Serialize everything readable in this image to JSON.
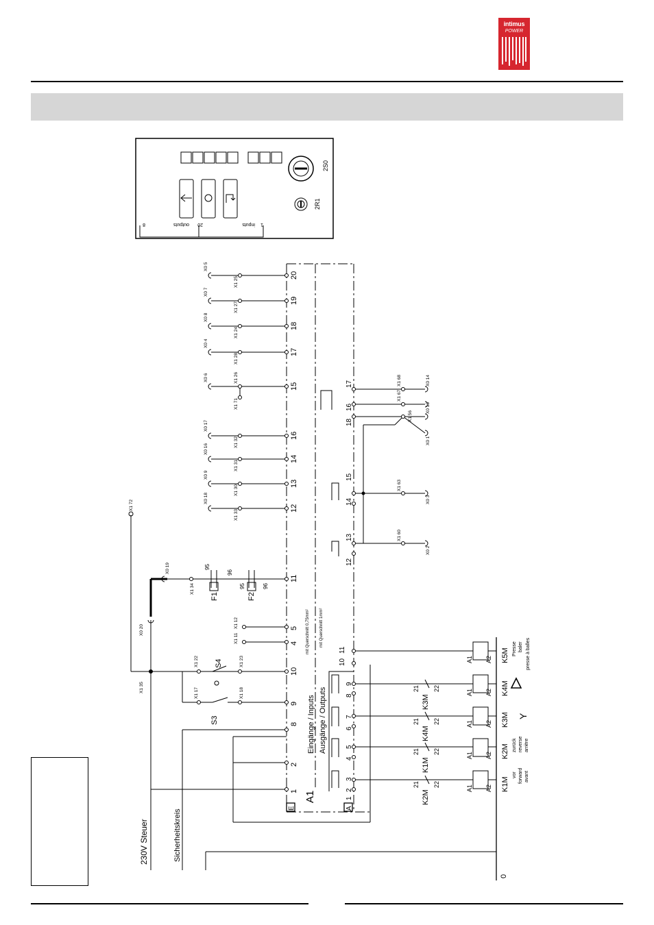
{
  "brand": {
    "name": "intimus",
    "sub": "POWER",
    "color": "#d6262f"
  },
  "panel": {
    "switch_label": "2S0",
    "key_label": "2R1",
    "strip_left": "outputs",
    "strip_right": "inputs",
    "strip_num_left": "8",
    "strip_num_mid": "20",
    "strip_num_right": "1"
  },
  "labels": {
    "supply": "230V Steuer",
    "safety": "Sicherheitskreis",
    "zero": "0",
    "module": "A1",
    "inputs": "Eingänge / Inputs",
    "outputs": "Ausgänge / Outputs",
    "cross_075": "mit Querschnitt 0,75mm²",
    "cross_1": "mit Querschnitt 1mm²",
    "E": "E",
    "A": "A",
    "S3": "S3",
    "S4": "S4",
    "F1": "F1",
    "F2": "F2",
    "n95": "95",
    "n96": "96"
  },
  "contactors": [
    {
      "id": "K1M",
      "sub": [
        "vor",
        "forward",
        "avant"
      ],
      "nc_tag": "K2M"
    },
    {
      "id": "K2M",
      "sub": [
        "zurück",
        "reverse",
        "arrière"
      ],
      "nc_tag": "K1M"
    },
    {
      "id": "K3M",
      "sub": [
        "Y"
      ],
      "nc_tag": "K4M"
    },
    {
      "id": "K4M",
      "sub": [
        "Δ"
      ],
      "nc_tag": "K3M"
    },
    {
      "id": "K5M",
      "sub": [
        "Presse",
        "baler",
        "presse à balles"
      ],
      "nc_tag": ""
    }
  ],
  "coil": {
    "a1": "A1",
    "a2": "A2",
    "c21": "21",
    "c22": "22"
  },
  "inputs": [
    "1",
    "2",
    "8",
    "9",
    "10",
    "4",
    "5",
    "11",
    "12",
    "13",
    "14",
    "16",
    "15",
    "17",
    "18",
    "19",
    "20"
  ],
  "terminals": {
    "x1_72": "X1 72",
    "x1_35": "X1 35",
    "x0_20": "X0 20",
    "x0_19": "X0 19",
    "x1_34": "X1 34",
    "x1_17": "X1 17",
    "x1_18": "X1 18",
    "x1_22": "X1 22",
    "x1_23": "X1 23",
    "x1_11": "X1 11",
    "x1_12": "X1 12",
    "x1_33": "X1 33",
    "x1_30": "X1 30",
    "x1_31": "X1 31",
    "x1_32": "X1 32",
    "x1_71": "X1 71",
    "x1_26": "X1 26",
    "x1_28": "X1 28",
    "x1_24": "X1 24",
    "x1_27": "X1 27",
    "x1_25": "X1 25",
    "x0_18": "X0 18",
    "x0_9": "X0 9",
    "x0_16": "X0 16",
    "x0_17": "X0 17",
    "x0_6": "X0 6",
    "x0_4": "X0 4",
    "x0_8": "X0 8",
    "x0_7": "X0 7",
    "x0_5": "X0 5",
    "x1_60": "X1 60",
    "x1_63": "X1 63",
    "x1_56": "X1 56",
    "x1_67": "X1 67",
    "x1_68": "X1 68",
    "x0_2": "X0 2",
    "x0_3": "X0 3",
    "x0_1": "X0 1",
    "x0_13": "X0 13",
    "x0_14": "X0 14"
  },
  "outputs": [
    "1",
    "2",
    "3",
    "4",
    "5",
    "6",
    "7",
    "8",
    "9",
    "10",
    "11",
    "12",
    "13",
    "14",
    "15",
    "16",
    "17",
    "18"
  ]
}
